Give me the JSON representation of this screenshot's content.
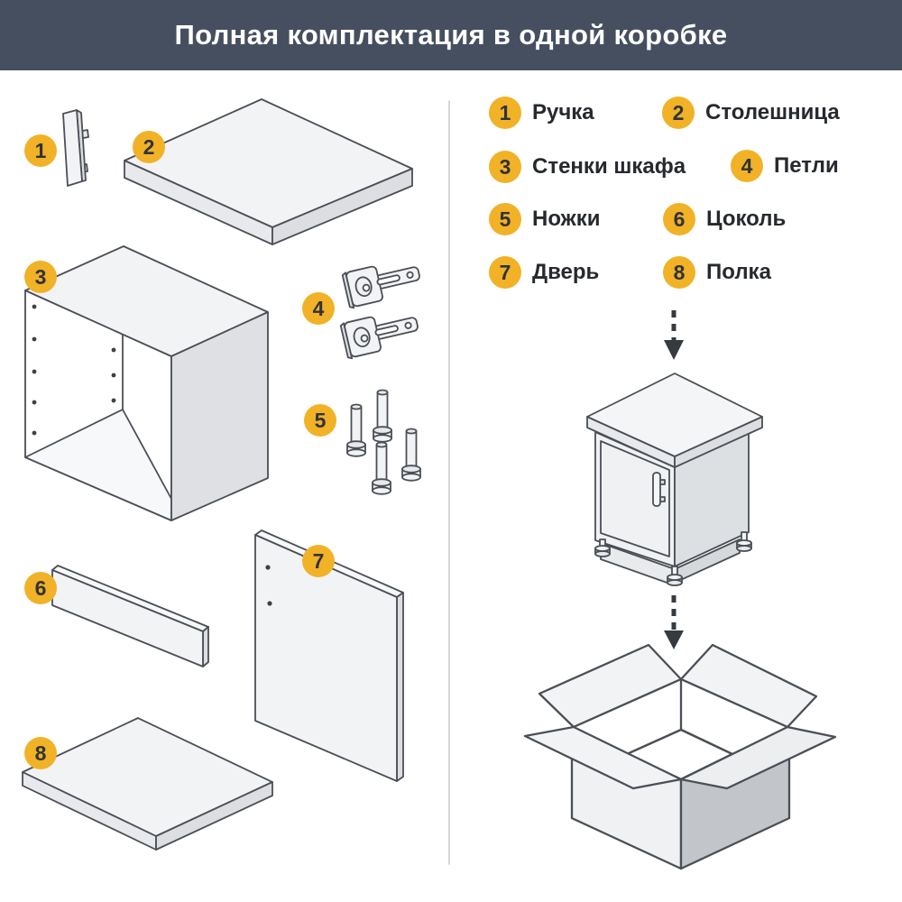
{
  "header": {
    "title": "Полная комплектация в одной коробке"
  },
  "legend": {
    "items": [
      {
        "num": "1",
        "label": "Ручка"
      },
      {
        "num": "2",
        "label": "Столешница"
      },
      {
        "num": "3",
        "label": "Стенки шкафа"
      },
      {
        "num": "4",
        "label": "Петли"
      },
      {
        "num": "5",
        "label": "Ножки"
      },
      {
        "num": "6",
        "label": "Цоколь"
      },
      {
        "num": "7",
        "label": "Дверь"
      },
      {
        "num": "8",
        "label": "Полка"
      }
    ]
  },
  "colors": {
    "header_bg": "#464F5F",
    "accent_yellow": "#F1B227",
    "badge_number_text": "#30333A",
    "legend_text": "#26292E",
    "illustration_line": "#4B4F56"
  }
}
